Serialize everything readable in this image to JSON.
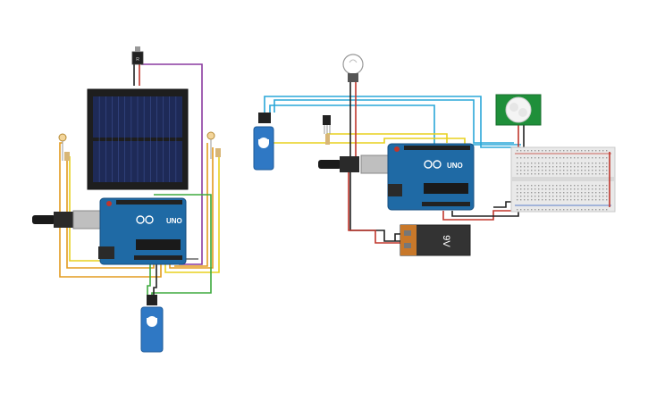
{
  "canvas": {
    "background": "#ffffff"
  },
  "colors": {
    "arduino_board": "#1f6aa5",
    "arduino_dark": "#174f80",
    "servo_body": "#2f78c4",
    "solar_cell": "#1e2a57",
    "wire_orange": "#e39b1f",
    "wire_yellow": "#e8d11e",
    "wire_green": "#3eaa3e",
    "wire_purple": "#8a3aa0",
    "wire_blue": "#2aa7d8",
    "wire_red": "#c0362c",
    "wire_black": "#222222",
    "breadboard": "#e9e9e9",
    "pir_board": "#1f8f3a",
    "battery_body": "#333333",
    "battery_cap": "#c8782a"
  },
  "components": {
    "arduino_left": {
      "brand_label": "UNO",
      "icon": "arduino-logo-icon"
    },
    "arduino_right": {
      "brand_label": "UNO",
      "icon": "arduino-logo-icon"
    },
    "battery": {
      "label": "9V"
    },
    "regulator": {
      "label": "R"
    }
  }
}
